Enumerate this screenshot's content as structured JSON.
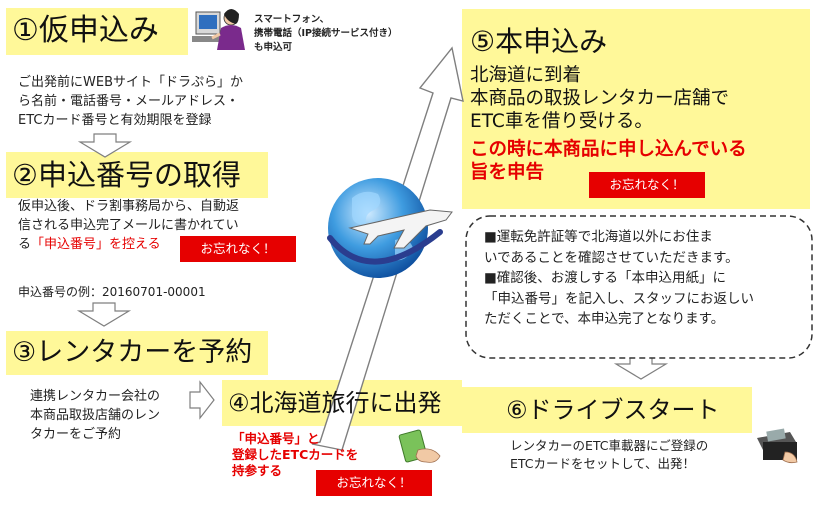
{
  "colors": {
    "highlight": "#fff899",
    "accent_red": "#e60000",
    "arrow_gray": "#7f7f7f"
  },
  "step1": {
    "title": "①仮申込み",
    "phone_note": [
      "スマートフォン、",
      "携帯電話（IP接続サービス付き）",
      "も申込可"
    ],
    "text": [
      "ご出発前にWEBサイト「ドラぷら」か",
      "ら名前・電話番号・メールアドレス・",
      "ETCカード番号と有効期限を登録"
    ]
  },
  "step2": {
    "title": "②申込番号の取得",
    "text": [
      "仮申込後、ドラ割事務局から、自動返",
      "信される申込完了メールに書かれてい"
    ],
    "text_last_prefix": "る",
    "text_last_highlight": "「申込番号」を控える",
    "reminder": "お忘れなく！",
    "example": "申込番号の例：20160701-00001"
  },
  "step3": {
    "title": "③レンタカーを予約",
    "text": [
      "連携レンタカー会社の",
      "本商品取扱店舗のレン",
      "タカーをご予約"
    ]
  },
  "step4": {
    "title": "④北海道旅行に出発",
    "red_text": [
      "「申込番号」と",
      "登録したETCカードを",
      "持参する"
    ],
    "reminder": "お忘れなく！"
  },
  "step5": {
    "title": "⑤本申込み",
    "text": [
      "北海道に到着",
      "本商品の取扱レンタカー店舗で",
      "ETC車を借り受ける。"
    ],
    "red_text": [
      "この時に本商品に申し込んでいる",
      "旨を申告"
    ],
    "reminder": "お忘れなく！",
    "notes": [
      "■運転免許証等で北海道以外にお住ま",
      "いであることを確認させていただきます。",
      "■確認後、お渡しする「本申込用紙」に",
      "「申込番号」を記入し、スタッフにお返しい",
      "ただくことで、本申込完了となります。"
    ]
  },
  "step6": {
    "title": "⑥ドライブスタート",
    "text": [
      "レンタカーのETC車載器にご登録の",
      "ETCカードをセットして、出発！"
    ]
  },
  "icons": [
    "person-at-computer-icon",
    "globe-airplane-icon",
    "etc-card-hand-icon",
    "etc-card-reader-icon",
    "down-arrow-icon",
    "right-arrow-icon",
    "up-right-arrow-icon"
  ]
}
